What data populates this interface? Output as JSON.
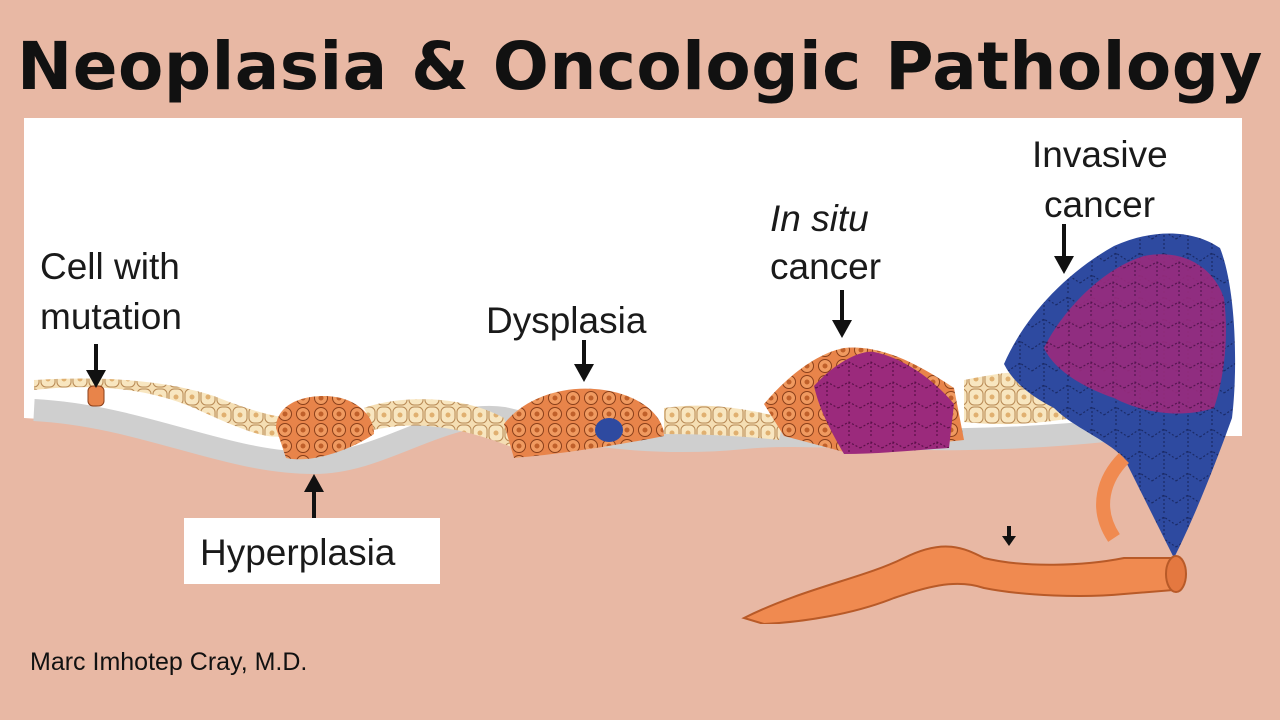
{
  "title": "Neoplasia & Oncologic Pathology",
  "labels": {
    "cell_with_mutation_line1": "Cell with",
    "cell_with_mutation_line2": "mutation",
    "hyperplasia": "Hyperplasia",
    "dysplasia": "Dysplasia",
    "in_situ_line1": "In situ",
    "in_situ_line2": "cancer",
    "invasive_line1": "Invasive",
    "invasive_line2": "cancer"
  },
  "author": "Marc Imhotep Cray, M.D.",
  "colors": {
    "background": "#e8b8a4",
    "panel": "#ffffff",
    "tissue": "#e8b8a4",
    "basement_membrane": "#d0d0d0",
    "normal_cell": "#f5deb3",
    "hyperplastic_cell": "#e8844a",
    "malignant_cell": "#9b2a7c",
    "invasive_cell": "#2e4aa0",
    "vessel": "#f08a50"
  }
}
